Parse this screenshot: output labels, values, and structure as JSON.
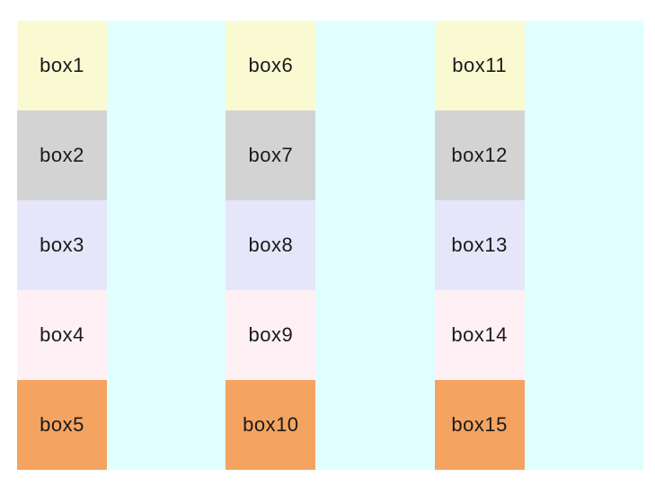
{
  "page": {
    "background": "#ffffff"
  },
  "container": {
    "background": "#e0ffff"
  },
  "columns": [
    {
      "boxes": [
        {
          "label": "box1",
          "color": "#fafad2"
        },
        {
          "label": "box2",
          "color": "#d3d3d3"
        },
        {
          "label": "box3",
          "color": "#e6e6fa"
        },
        {
          "label": "box4",
          "color": "#fff0f5"
        },
        {
          "label": "box5",
          "color": "#f4a460"
        }
      ]
    },
    {
      "boxes": [
        {
          "label": "box6",
          "color": "#fafad2"
        },
        {
          "label": "box7",
          "color": "#d3d3d3"
        },
        {
          "label": "box8",
          "color": "#e6e6fa"
        },
        {
          "label": "box9",
          "color": "#fff0f5"
        },
        {
          "label": "box10",
          "color": "#f4a460"
        }
      ]
    },
    {
      "boxes": [
        {
          "label": "box11",
          "color": "#fafad2"
        },
        {
          "label": "box12",
          "color": "#d3d3d3"
        },
        {
          "label": "box13",
          "color": "#e6e6fa"
        },
        {
          "label": "box14",
          "color": "#fff0f5"
        },
        {
          "label": "box15",
          "color": "#f4a460"
        }
      ]
    }
  ]
}
